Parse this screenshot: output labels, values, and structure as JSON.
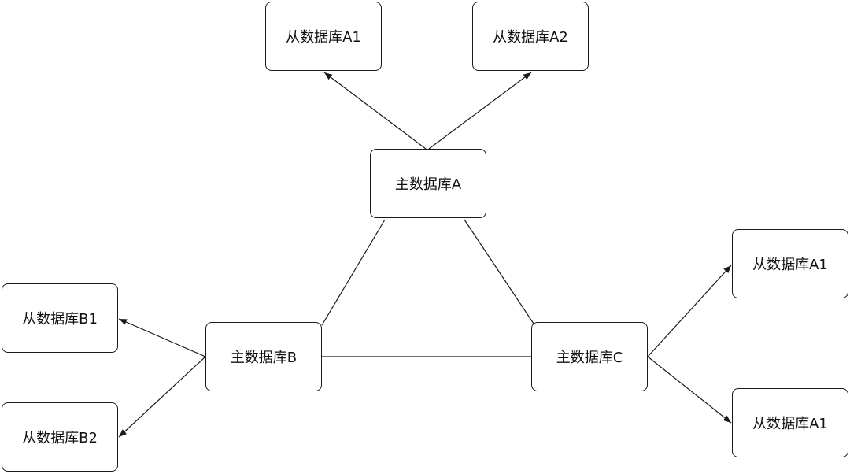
{
  "nodes": {
    "master_a": "主数据库A",
    "master_b": "主数据库B",
    "master_c": "主数据库C",
    "slave_a1": "从数据库A1",
    "slave_a2": "从数据库A2",
    "slave_b1": "从数据库B1",
    "slave_b2": "从数据库B2",
    "slave_c1": "从数据库A1",
    "slave_c2": "从数据库A1"
  },
  "edges": [
    {
      "from": "master_a",
      "to": "master_b",
      "type": "line"
    },
    {
      "from": "master_a",
      "to": "master_c",
      "type": "line"
    },
    {
      "from": "master_b",
      "to": "master_c",
      "type": "line"
    },
    {
      "from": "master_a",
      "to": "slave_a1",
      "type": "arrow"
    },
    {
      "from": "master_a",
      "to": "slave_a2",
      "type": "arrow"
    },
    {
      "from": "master_b",
      "to": "slave_b1",
      "type": "arrow"
    },
    {
      "from": "master_b",
      "to": "slave_b2",
      "type": "arrow"
    },
    {
      "from": "master_c",
      "to": "slave_c1",
      "type": "arrow"
    },
    {
      "from": "master_c",
      "to": "slave_c2",
      "type": "arrow"
    }
  ],
  "colors": {
    "stroke": "#1a1a1a",
    "background": "#ffffff",
    "text": "#111111"
  }
}
